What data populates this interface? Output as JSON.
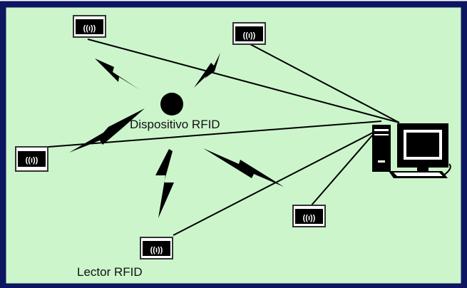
{
  "diagram": {
    "device_label": "Dispositivo RFID",
    "reader_label": "Lector RFID",
    "reader_icon_text": "((ı))",
    "colors": {
      "background": "#ccf5cc",
      "border": "#0d1660",
      "lines": "#000000"
    },
    "icons": {
      "reader": "rfid-reader-icon",
      "device": "rfid-tag-dot-icon",
      "computer": "desktop-computer-icon",
      "signal": "lightning-signal-icon"
    }
  }
}
